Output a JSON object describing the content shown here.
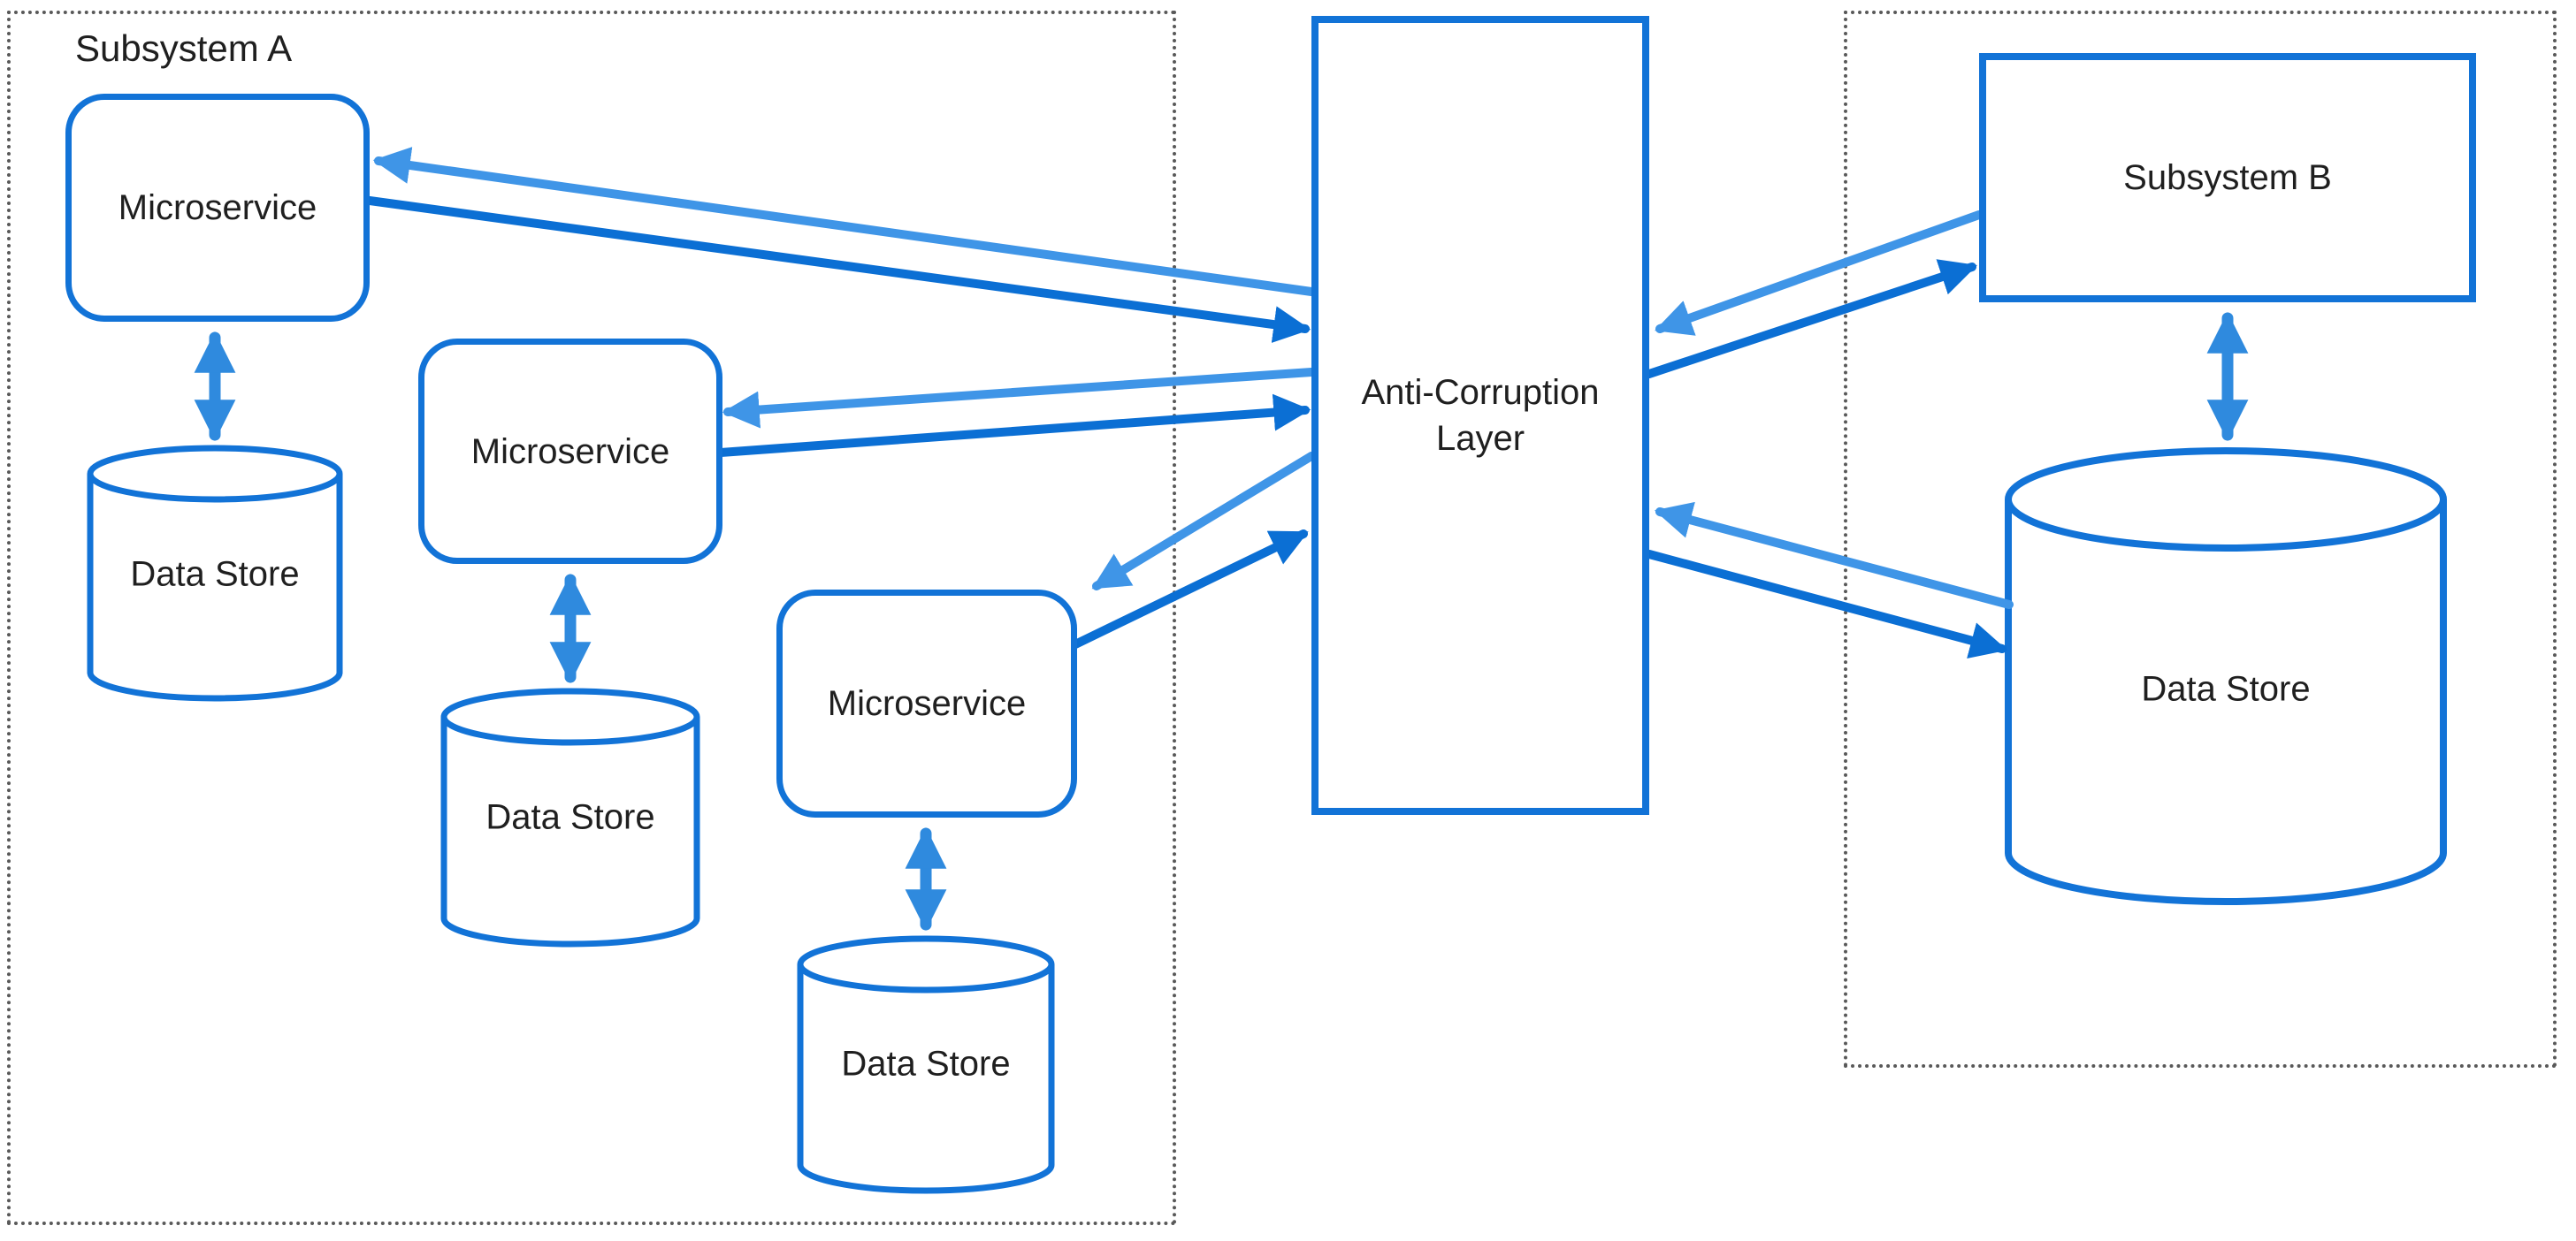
{
  "colors": {
    "background": "#ffffff",
    "shape-border": "#1273d7",
    "arrow-light": "#3f95e7",
    "arrow-dark": "#0b6fd4",
    "arrow-duplex": "#2f8ade",
    "region-dots": "#595959",
    "label-text": "#1f1f1f"
  },
  "regions": {
    "subsystem_a": {
      "label": "Subsystem A"
    },
    "subsystem_b_region": {
      "label": ""
    }
  },
  "nodes": {
    "microservice_1": {
      "label": "Microservice"
    },
    "microservice_2": {
      "label": "Microservice"
    },
    "microservice_3": {
      "label": "Microservice"
    },
    "datastore_1": {
      "label": "Data Store"
    },
    "datastore_2": {
      "label": "Data Store"
    },
    "datastore_3": {
      "label": "Data Store"
    },
    "acl": {
      "label": "Anti-Corruption Layer"
    },
    "subsystem_b": {
      "label": "Subsystem B"
    },
    "datastore_b": {
      "label": "Data Store"
    }
  },
  "connections": [
    {
      "from": "acl",
      "to": "microservice_1",
      "style": "light",
      "arrow": "single"
    },
    {
      "from": "microservice_1",
      "to": "acl",
      "style": "dark",
      "arrow": "single"
    },
    {
      "from": "acl",
      "to": "microservice_2",
      "style": "light",
      "arrow": "single"
    },
    {
      "from": "microservice_2",
      "to": "acl",
      "style": "dark",
      "arrow": "single"
    },
    {
      "from": "acl",
      "to": "microservice_3",
      "style": "light",
      "arrow": "single"
    },
    {
      "from": "microservice_3",
      "to": "acl",
      "style": "dark",
      "arrow": "single"
    },
    {
      "from": "subsystem_b",
      "to": "acl",
      "style": "light",
      "arrow": "single"
    },
    {
      "from": "acl",
      "to": "subsystem_b",
      "style": "dark",
      "arrow": "single"
    },
    {
      "from": "datastore_b",
      "to": "acl",
      "style": "light",
      "arrow": "single"
    },
    {
      "from": "acl",
      "to": "datastore_b",
      "style": "dark",
      "arrow": "single"
    },
    {
      "from": "microservice_1",
      "to": "datastore_1",
      "style": "duplex",
      "arrow": "double"
    },
    {
      "from": "microservice_2",
      "to": "datastore_2",
      "style": "duplex",
      "arrow": "double"
    },
    {
      "from": "microservice_3",
      "to": "datastore_3",
      "style": "duplex",
      "arrow": "double"
    },
    {
      "from": "subsystem_b",
      "to": "datastore_b",
      "style": "duplex",
      "arrow": "double"
    }
  ]
}
